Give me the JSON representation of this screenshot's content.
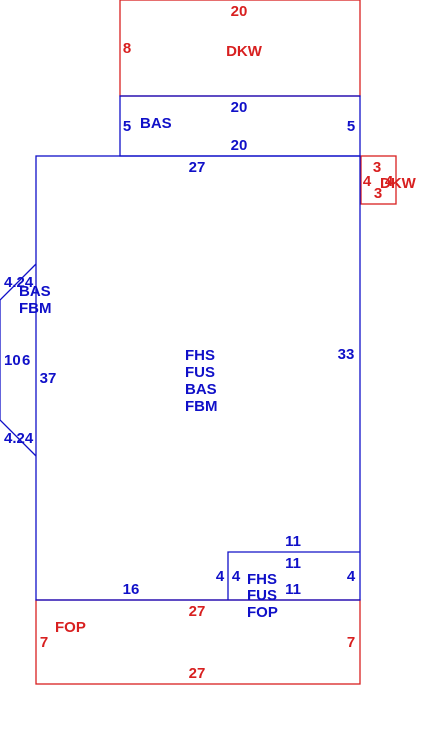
{
  "colors": {
    "living": "#1010c8",
    "accessory": "#d82020",
    "background": "#ffffff"
  },
  "sketch": {
    "dkw_top": {
      "top_dim": "20",
      "side_dim": "8",
      "label": "DKW"
    },
    "bas_top": {
      "top_dim": "20",
      "bottom_dim": "20",
      "left_dim": "5",
      "right_dim": "5",
      "label": "BAS"
    },
    "main": {
      "top_dim": "27",
      "right_dim": "33",
      "left_dim": "37",
      "bottom_dim": "16",
      "labels": [
        "FHS",
        "FUS",
        "BAS",
        "FBM"
      ]
    },
    "dkw_small": {
      "dim_a": "3",
      "dim_b": "4",
      "dim_c": "4",
      "dim_d": "3",
      "label": "DKW"
    },
    "bay": {
      "upper_dim": "4.24",
      "lower_dim": "4.24",
      "left_dim": "10",
      "right_dim": "6",
      "labels": [
        "BAS",
        "FBM"
      ]
    },
    "inner": {
      "top_dim_outer": "11",
      "top_dim_inner": "11",
      "bottom_dim": "11",
      "left_dim_outer": "4",
      "left_dim_inner": "4",
      "right_dim": "4",
      "labels": [
        "FHS",
        "FUS",
        "FOP"
      ]
    },
    "fop": {
      "top_dim": "27",
      "bottom_dim": "27",
      "left_dim": "7",
      "right_dim": "7",
      "label": "FOP"
    }
  }
}
